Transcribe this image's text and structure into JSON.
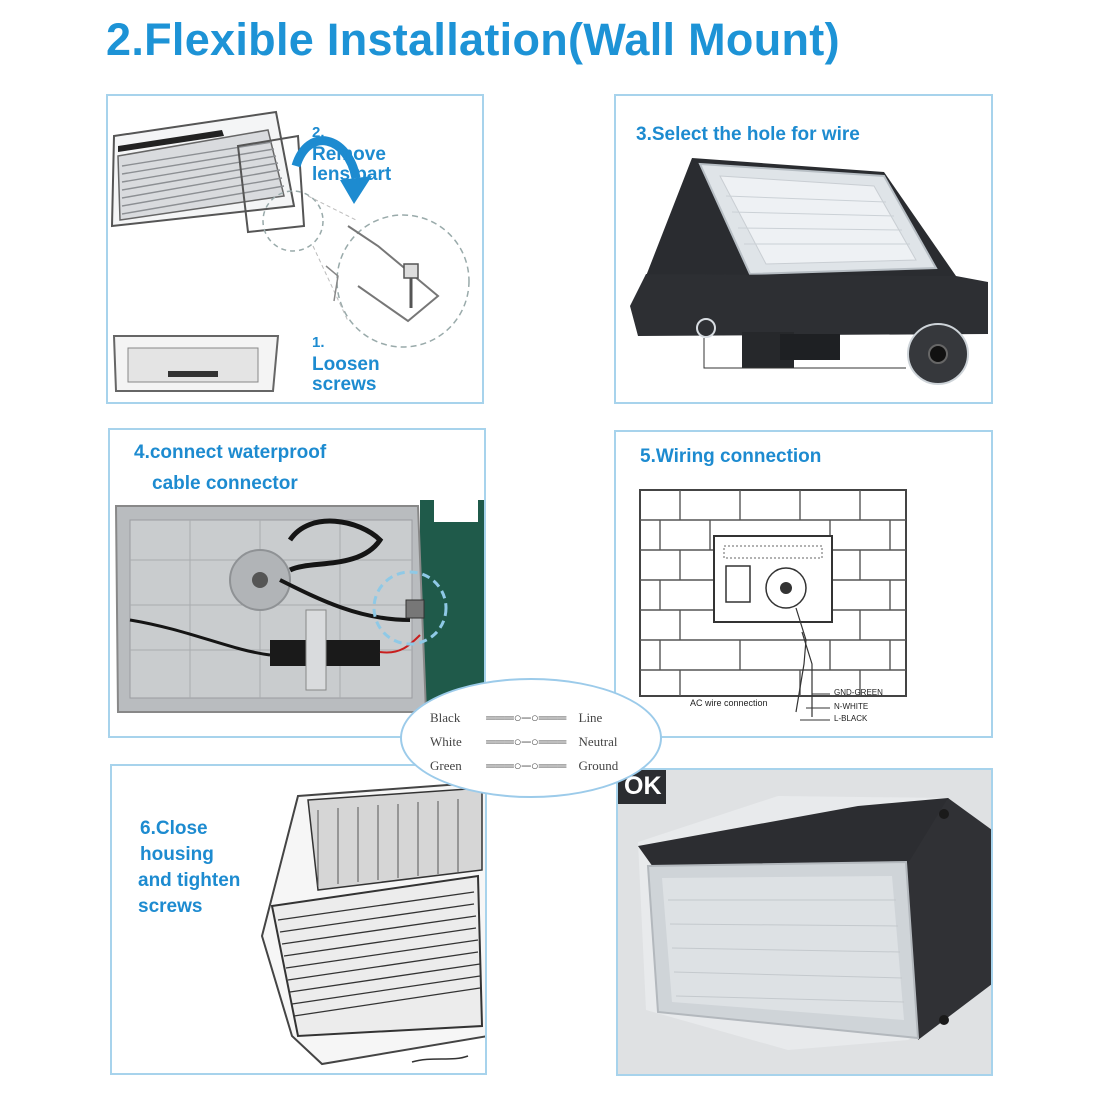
{
  "title": "2.Flexible Installation(Wall Mount)",
  "step1": {
    "number": "1.",
    "line1": "Loosen",
    "line2": "screws"
  },
  "step2": {
    "number": "2.",
    "line1": "Remove",
    "line2": "lens part"
  },
  "step3": {
    "label": "3.Select the hole for wire"
  },
  "step4": {
    "line1": "4.connect waterproof",
    "line2": "cable connector"
  },
  "step5": {
    "label": "5.Wiring connection",
    "ac": "AC wire connection",
    "gnd": "GND-GREEN",
    "n": "N-WHITE",
    "l": "L-BLACK"
  },
  "wiring": [
    {
      "left": "Black",
      "right": "Line"
    },
    {
      "left": "White",
      "right": "Neutral"
    },
    {
      "left": "Green",
      "right": "Ground"
    }
  ],
  "step6": {
    "line1": "6.Close",
    "line2": "housing",
    "line3": "and tighten",
    "line4": "screws"
  },
  "ok": {
    "badge": "OK"
  },
  "colors": {
    "accent": "#1d93d6",
    "border": "#a7d3ec",
    "fixture": "#2a2c30",
    "teal": "#1f5a4a"
  }
}
